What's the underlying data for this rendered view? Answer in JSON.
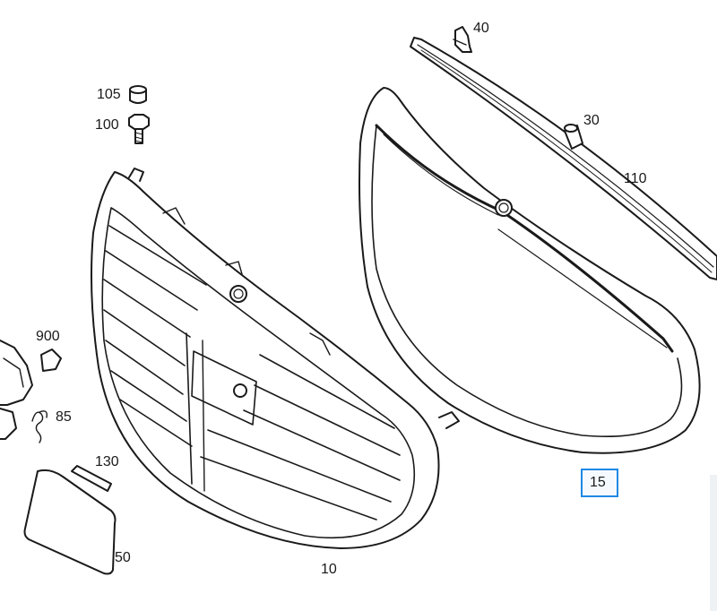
{
  "parts": {
    "p40": "40",
    "p105": "105",
    "p100": "100",
    "p30": "30",
    "p110": "110",
    "p900": "900",
    "p85": "85",
    "p130": "130",
    "p50": "50",
    "p15": "15",
    "p10": "10"
  },
  "highlight": {
    "part": "15",
    "color": "#1e88e5"
  }
}
